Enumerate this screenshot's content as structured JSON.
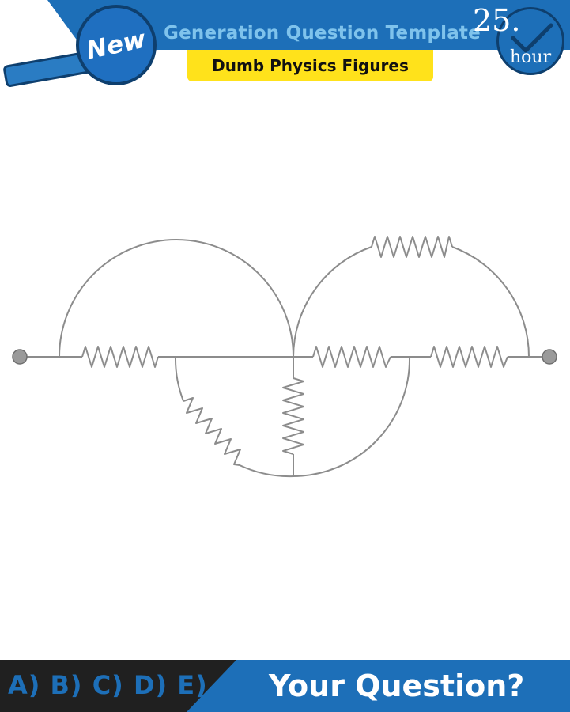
{
  "header": {
    "badge": "New",
    "title": "Generation Question Template",
    "subtitle": "Dumb Physics Figures",
    "hour_number": "25.",
    "hour_label": "hour"
  },
  "footer": {
    "choices": "A) B) C) D) E)",
    "question": "Your Question?"
  },
  "colors": {
    "header_blue": "#1d6fb8",
    "header_text": "#7fc3ec",
    "subtitle_yellow": "#ffe21b",
    "footer_dark": "#202020",
    "wire_gray": "#8c8c8c"
  },
  "diagram": {
    "terminals": [
      "left-terminal",
      "right-terminal"
    ],
    "resistors": [
      "left-main-resistor",
      "right-arc-top-resistor",
      "right-main-resistor-1",
      "right-main-resistor-2",
      "lower-left-diagonal-resistor",
      "vertical-center-resistor"
    ],
    "arcs": [
      "left-upper-arc",
      "right-upper-arc",
      "lower-semicircle"
    ]
  }
}
